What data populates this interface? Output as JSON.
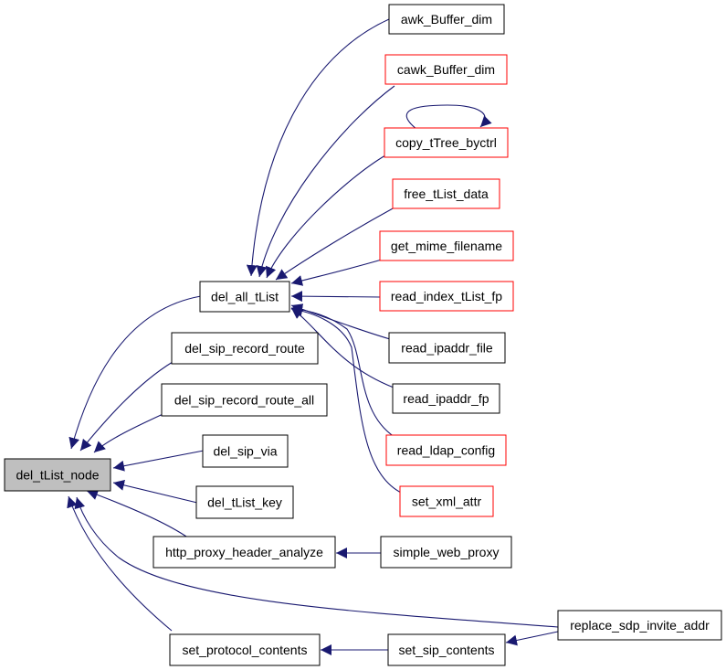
{
  "colors": {
    "edge": "#191970",
    "border_default": "#000000",
    "border_truncated": "#ff0000",
    "root_fill": "#bfbfbf",
    "node_fill": "#ffffff"
  },
  "nodes": {
    "del_tList_node": {
      "label": "del_tList_node",
      "style": "root"
    },
    "del_all_tList": {
      "label": "del_all_tList",
      "style": "normal"
    },
    "del_sip_record_route": {
      "label": "del_sip_record_route",
      "style": "normal"
    },
    "del_sip_record_route_all": {
      "label": "del_sip_record_route_all",
      "style": "normal"
    },
    "del_sip_via": {
      "label": "del_sip_via",
      "style": "normal"
    },
    "del_tList_key": {
      "label": "del_tList_key",
      "style": "normal"
    },
    "http_proxy_header_analyze": {
      "label": "http_proxy_header_analyze",
      "style": "normal"
    },
    "set_protocol_contents": {
      "label": "set_protocol_contents",
      "style": "normal"
    },
    "awk_Buffer_dim": {
      "label": "awk_Buffer_dim",
      "style": "normal"
    },
    "cawk_Buffer_dim": {
      "label": "cawk_Buffer_dim",
      "style": "truncated"
    },
    "copy_tTree_byctrl": {
      "label": "copy_tTree_byctrl",
      "style": "truncated"
    },
    "free_tList_data": {
      "label": "free_tList_data",
      "style": "truncated"
    },
    "get_mime_filename": {
      "label": "get_mime_filename",
      "style": "truncated"
    },
    "read_index_tList_fp": {
      "label": "read_index_tList_fp",
      "style": "truncated"
    },
    "read_ipaddr_file": {
      "label": "read_ipaddr_file",
      "style": "normal"
    },
    "read_ipaddr_fp": {
      "label": "read_ipaddr_fp",
      "style": "normal"
    },
    "read_ldap_config": {
      "label": "read_ldap_config",
      "style": "truncated"
    },
    "set_xml_attr": {
      "label": "set_xml_attr",
      "style": "truncated"
    },
    "simple_web_proxy": {
      "label": "simple_web_proxy",
      "style": "normal"
    },
    "set_sip_contents": {
      "label": "set_sip_contents",
      "style": "normal"
    },
    "replace_sdp_invite_addr": {
      "label": "replace_sdp_invite_addr",
      "style": "normal"
    }
  },
  "edges": [
    {
      "from": "del_all_tList",
      "to": "del_tList_node"
    },
    {
      "from": "del_sip_record_route",
      "to": "del_tList_node"
    },
    {
      "from": "del_sip_record_route_all",
      "to": "del_tList_node"
    },
    {
      "from": "del_sip_via",
      "to": "del_tList_node"
    },
    {
      "from": "del_tList_key",
      "to": "del_tList_node"
    },
    {
      "from": "http_proxy_header_analyze",
      "to": "del_tList_node"
    },
    {
      "from": "set_protocol_contents",
      "to": "del_tList_node"
    },
    {
      "from": "replace_sdp_invite_addr",
      "to": "del_tList_node"
    },
    {
      "from": "awk_Buffer_dim",
      "to": "del_all_tList"
    },
    {
      "from": "cawk_Buffer_dim",
      "to": "del_all_tList"
    },
    {
      "from": "copy_tTree_byctrl",
      "to": "del_all_tList"
    },
    {
      "from": "free_tList_data",
      "to": "del_all_tList"
    },
    {
      "from": "get_mime_filename",
      "to": "del_all_tList"
    },
    {
      "from": "read_index_tList_fp",
      "to": "del_all_tList"
    },
    {
      "from": "read_ipaddr_file",
      "to": "del_all_tList"
    },
    {
      "from": "read_ipaddr_fp",
      "to": "del_all_tList"
    },
    {
      "from": "read_ldap_config",
      "to": "del_all_tList"
    },
    {
      "from": "set_xml_attr",
      "to": "del_all_tList"
    },
    {
      "from": "copy_tTree_byctrl",
      "to": "copy_tTree_byctrl"
    },
    {
      "from": "simple_web_proxy",
      "to": "http_proxy_header_analyze"
    },
    {
      "from": "set_sip_contents",
      "to": "set_protocol_contents"
    },
    {
      "from": "replace_sdp_invite_addr",
      "to": "set_sip_contents"
    }
  ]
}
